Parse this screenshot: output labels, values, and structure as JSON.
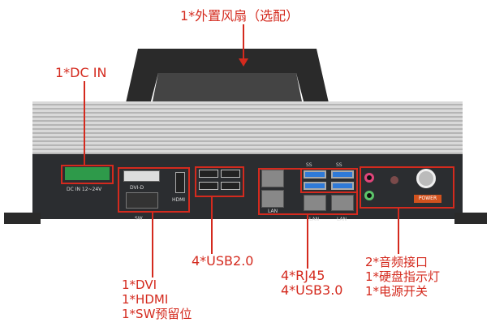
{
  "labels": {
    "fan": "1*外置风扇（选配）",
    "dcin": "1*DC IN",
    "video": [
      "1*DVI",
      "1*HDMI",
      "1*SW预留位"
    ],
    "usb2": "4*USB2.0",
    "net": [
      "4*RJ45",
      "4*USB3.0"
    ],
    "misc": [
      "2*音频接口",
      "1*硬盘指示灯",
      "1*电源开关"
    ]
  },
  "panel": {
    "dc": "DC IN 12~24V",
    "dvi": "DVI-D",
    "hdmi": "HDMI",
    "sw": "SW",
    "lan": "LAN",
    "ss": "SS",
    "power": "POWER"
  },
  "colors": {
    "annotation": "#d42a1e",
    "usb3": "#2f7ad8",
    "power_badge": "#d2521e"
  }
}
